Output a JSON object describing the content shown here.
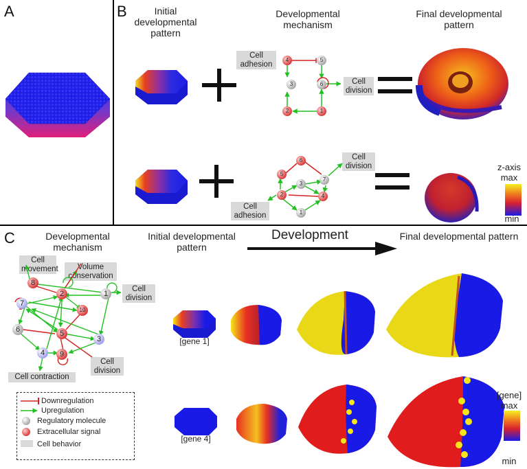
{
  "panels": {
    "a": "A",
    "b": "B",
    "c": "C"
  },
  "panel_b": {
    "initial_title": "Initial developmental pattern",
    "mechanism_title": "Developmental mechanism",
    "final_title": "Final developmental pattern",
    "behaviors_top": {
      "adhesion": "Cell adhesion",
      "division": "Cell division"
    },
    "behaviors_bottom": {
      "adhesion": "Cell adhesion",
      "division": "Cell division"
    },
    "nodes_top": [
      "4",
      "5",
      "3",
      "6",
      "2",
      "1"
    ],
    "nodes_bottom": [
      "5",
      "6",
      "3",
      "7",
      "2",
      "4",
      "1"
    ],
    "scale": {
      "title": "z-axis",
      "max": "max",
      "min": "min"
    }
  },
  "panel_c": {
    "mechanism_title": "Developmental mechanism",
    "initial_title": "Initial developmental pattern",
    "development": "Development",
    "final_title": "Final developmental pattern",
    "behaviors": {
      "movement": "Cell movement",
      "volume": "Volume conservation",
      "division_top": "Cell division",
      "division_bottom": "Cell division",
      "contraction": "Cell contraction"
    },
    "nodes": [
      "1",
      "2",
      "3",
      "4",
      "5",
      "6",
      "7",
      "8",
      "9",
      "10"
    ],
    "gene1": "[gene 1]",
    "gene4": "[gene 4]",
    "scale": {
      "title": "[gene]",
      "max": "max",
      "min": "min"
    },
    "legend": {
      "down": "Downregulation",
      "up": "Upregulation",
      "regulatory": "Regulatory molecule",
      "extracellular": "Extracellular signal",
      "behavior": "Cell behavior"
    }
  },
  "colors": {
    "blue": "#1a1ae6",
    "red": "#e8262a",
    "yellow": "#f5e51a",
    "green": "#22c022",
    "inhib": "#d62020",
    "gray_node": "#c8c8c8",
    "red_node": "#e55050"
  }
}
